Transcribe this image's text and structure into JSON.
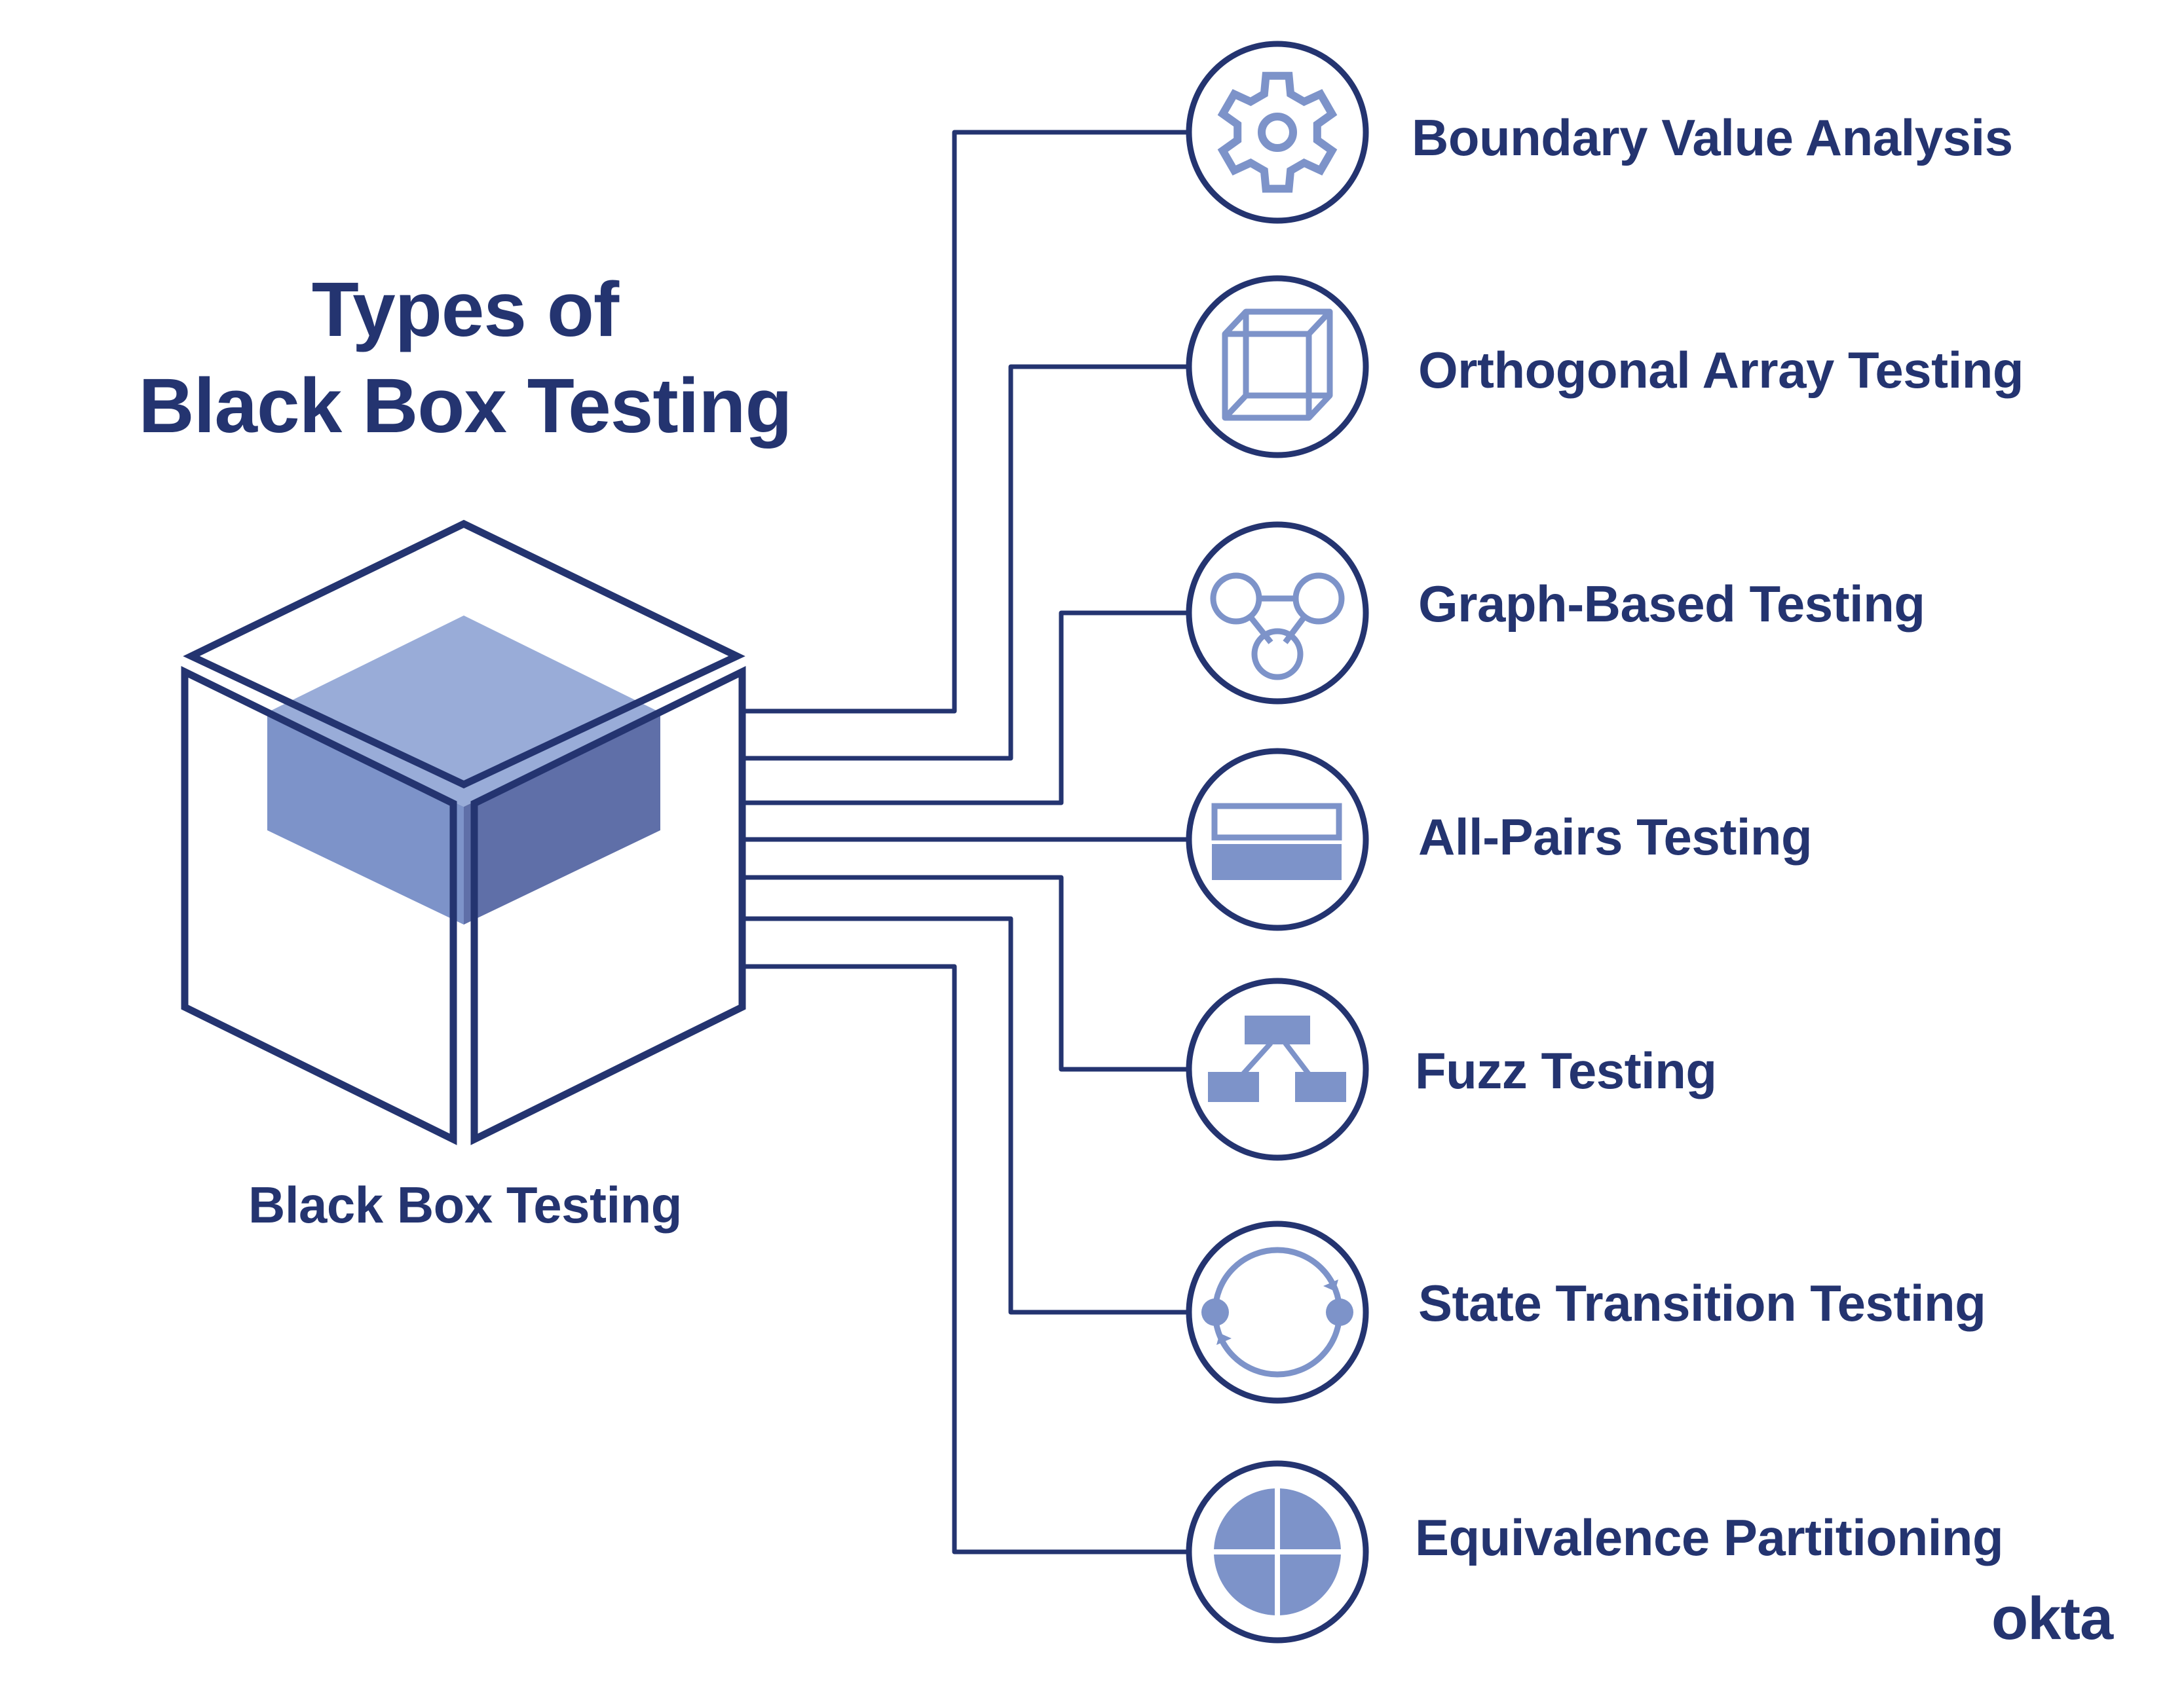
{
  "title": {
    "line1": "Types of",
    "line2": "Black Box Testing"
  },
  "root": {
    "label": "Black Box Testing",
    "icon": "open-cube-icon"
  },
  "items": [
    {
      "label": "Boundary Value Analysis",
      "icon": "gear-icon"
    },
    {
      "label": "Orthogonal Array Testing",
      "icon": "wireframe-cube-icon"
    },
    {
      "label": "Graph-Based Testing",
      "icon": "graph-nodes-icon"
    },
    {
      "label": "All-Pairs Testing",
      "icon": "paired-rectangles-icon"
    },
    {
      "label": "Fuzz Testing",
      "icon": "hierarchy-tree-icon"
    },
    {
      "label": "State Transition Testing",
      "icon": "state-cycle-icon"
    },
    {
      "label": "Equivalence Partitioning",
      "icon": "quartered-circle-icon"
    }
  ],
  "brand": {
    "logo_text": "okta"
  },
  "colors": {
    "navy": "#243470",
    "icon_blue": "#7d93c9",
    "cube_top": "#99acd8",
    "cube_left": "#7d93c9",
    "cube_right": "#5f6fa8",
    "background": "#ffffff"
  }
}
